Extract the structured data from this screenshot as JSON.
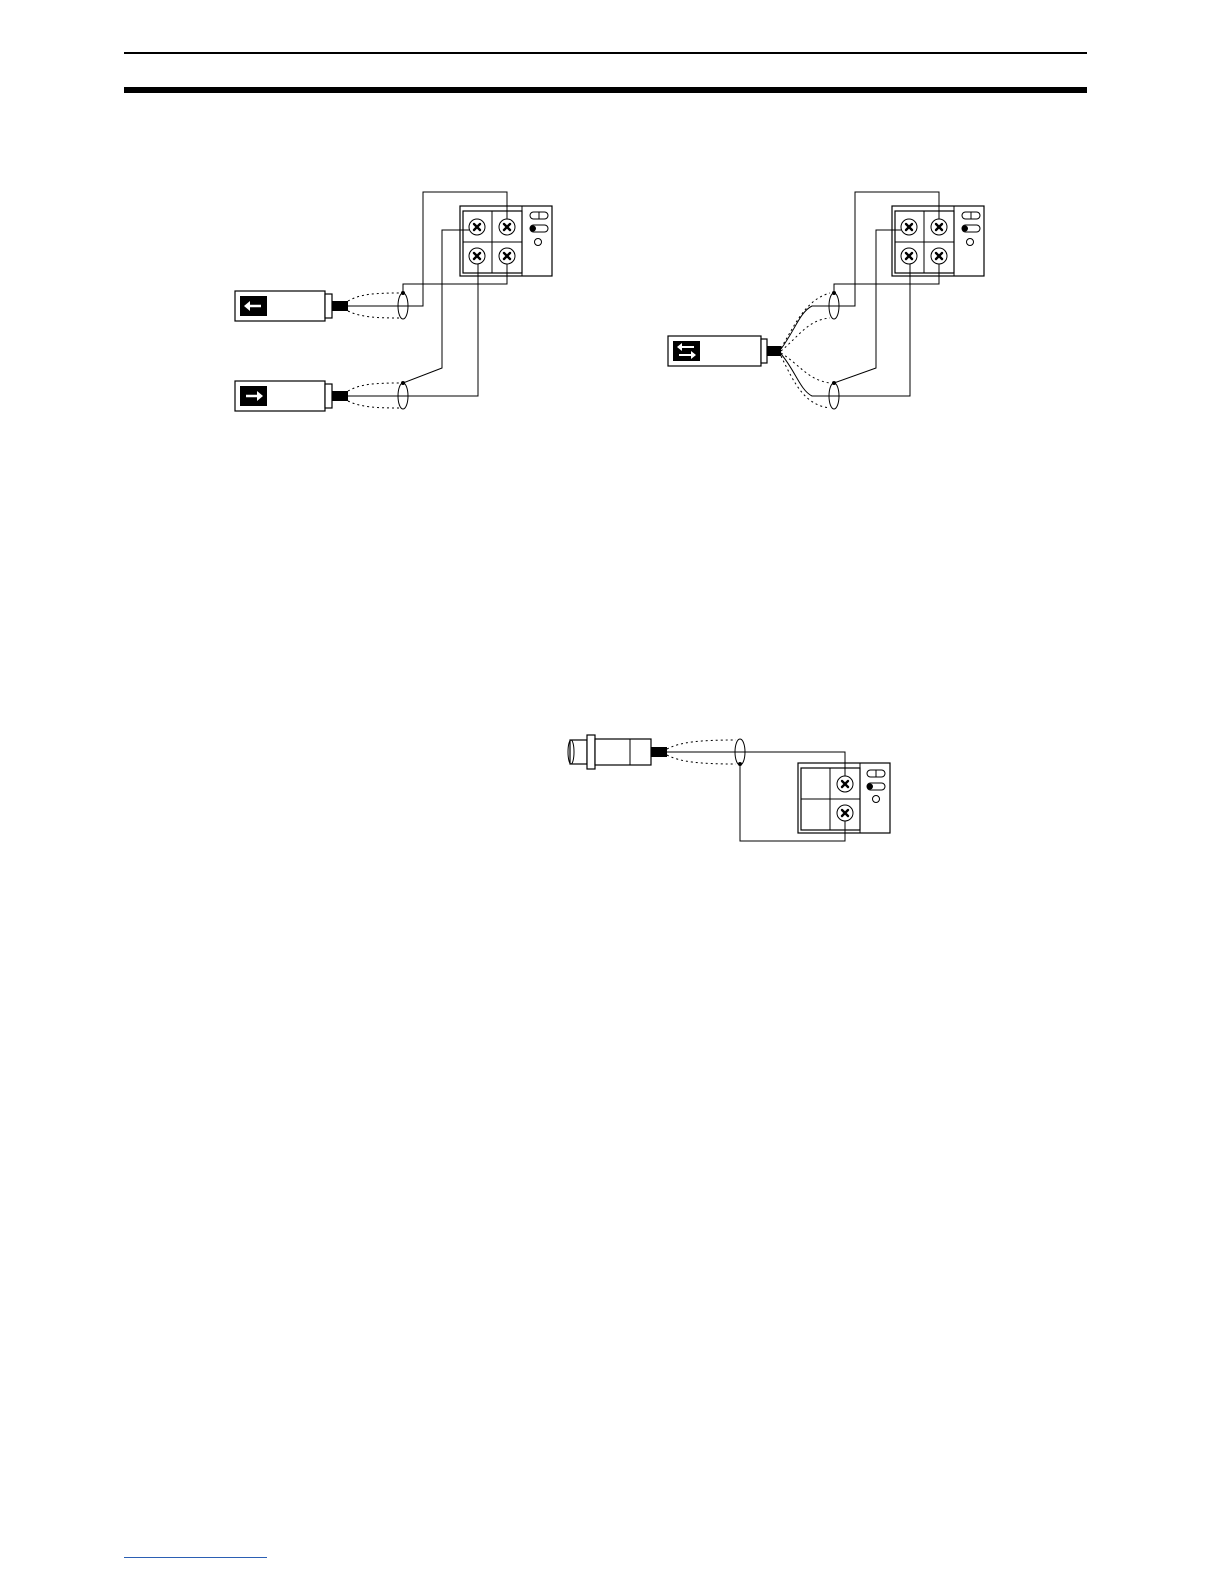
{
  "page": {
    "accent_colors": {
      "ink": "#000000",
      "footer_link": "#2b5fb3"
    }
  },
  "diagrams": [
    {
      "id": "through-beam",
      "components": [
        "emitter-sensor",
        "receiver-sensor",
        "amplifier-4-terminal"
      ]
    },
    {
      "id": "retro-reflective",
      "components": [
        "transceiver-sensor",
        "amplifier-4-terminal"
      ]
    },
    {
      "id": "proximity",
      "components": [
        "cylindrical-sensor",
        "amplifier-2-terminal"
      ]
    }
  ],
  "icons": [
    "arrow-left-icon",
    "arrow-right-icon",
    "bidirectional-arrows-icon",
    "terminal-screw-icon",
    "indicator-led-icon",
    "shielded-cable-icon"
  ]
}
